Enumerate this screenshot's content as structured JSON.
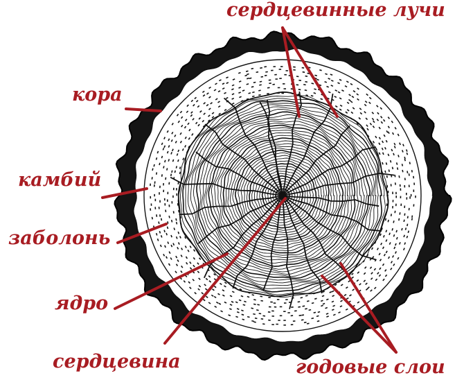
{
  "labels": {
    "rays": "сердцевинные лучи",
    "bark": "кора",
    "cambium": "камбий",
    "sapwood": "заболонь",
    "heartwood": "ядро",
    "pith": "сердцевина",
    "rings": "годовые слои"
  },
  "colors": {
    "label": "#a81c22",
    "ink": "#111111",
    "background": "#ffffff"
  }
}
